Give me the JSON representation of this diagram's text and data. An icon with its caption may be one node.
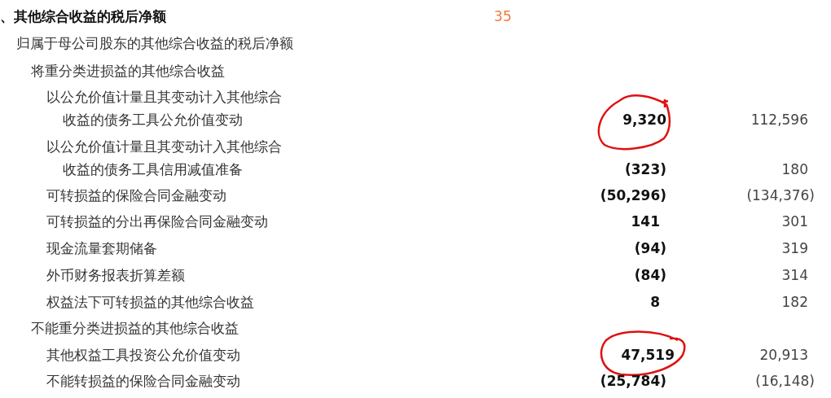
{
  "diagram": {
    "labels": [
      "、其他综合收益的税后净额",
      "35",
      "归属于母公司股东的其他综合收益的税后净额",
      "将重分类进损益的其他综合收益",
      "以公允价值计量且其变动计入其他综合收益的债务工具公允价值变动",
      "9,320",
      "112,596",
      "以公允价值计量且其变动计入其他综合收益的债务工具信用减值准备",
      "(323)",
      "180",
      "可转损益的保险合同金融变动",
      "(50,296)",
      "(134,376)",
      "可转损益的分出再保险合同金融变动",
      "141",
      "301",
      "现金流量套期储备",
      "(94)",
      "319",
      "外币财务报表折算差额",
      "(84)",
      "314",
      "权益法下可转损益的其他综合收益",
      "8",
      "182",
      "不能重分类进损益的其他综合收益",
      "其他权益工具投资公允价值变动",
      "47,519",
      "20,913",
      "不能转损益的保险合同金融变动",
      "(25,784)",
      "(16,148)"
    ]
  }
}
